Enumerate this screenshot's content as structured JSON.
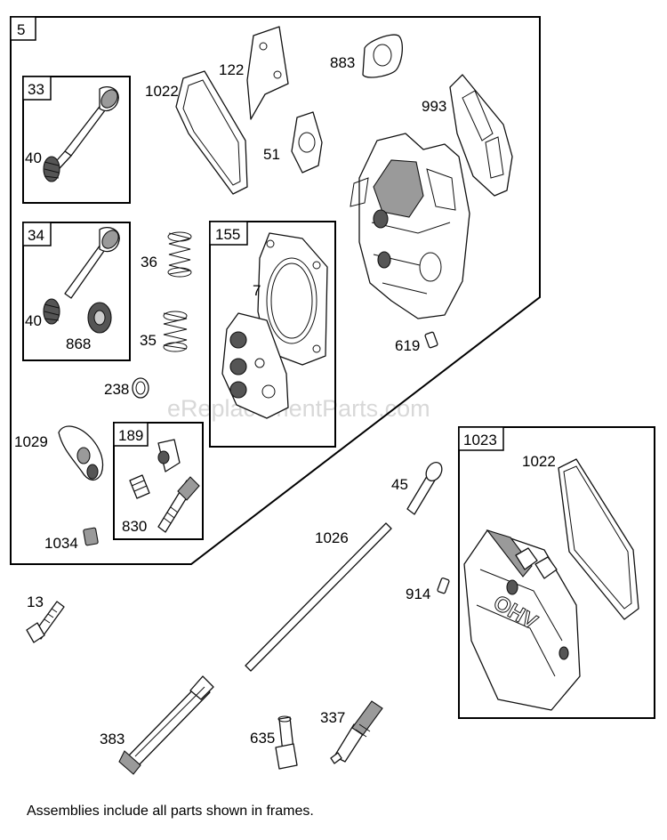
{
  "watermark": "eReplacementParts.com",
  "caption": "Assemblies include all parts shown in frames.",
  "frames": {
    "main": "5",
    "intake_valve": "33",
    "exhaust_valve": "34",
    "gasket_set": "155",
    "rocker_stud": "189",
    "valve_cover": "1023"
  },
  "parts": {
    "p1022a": "1022",
    "p122": "122",
    "p883": "883",
    "p993": "993",
    "p51": "51",
    "p40a": "40",
    "p40b": "40",
    "p868": "868",
    "p36": "36",
    "p35": "35",
    "p7": "7",
    "p619": "619",
    "p238": "238",
    "p1029": "1029",
    "p830": "830",
    "p1034": "1034",
    "p45": "45",
    "p1026": "1026",
    "p1022b": "1022",
    "p914": "914",
    "p13": "13",
    "p383": "383",
    "p635": "635",
    "p337": "337"
  },
  "valve_cover_text": "OHV"
}
